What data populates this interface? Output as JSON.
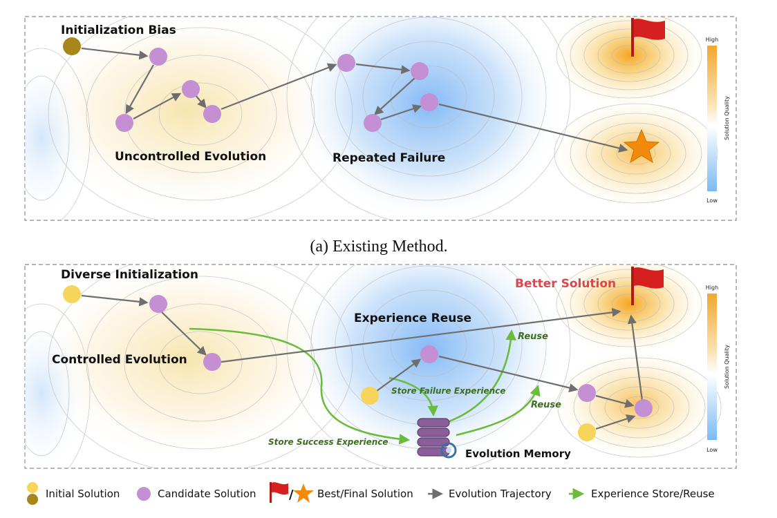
{
  "panel_a": {
    "caption": "(a) Existing Method.",
    "labels": {
      "init": "Initialization Bias",
      "uncontrolled": "Uncontrolled Evolution",
      "failure": "Repeated Failure"
    }
  },
  "panel_b": {
    "labels": {
      "init": "Diverse Initialization",
      "controlled": "Controlled Evolution",
      "reuse_title": "Experience Reuse",
      "better": "Better Solution",
      "store_failure": "Store Failure Experience",
      "store_success": "Store Success Experience",
      "reuse1": "Reuse",
      "reuse2": "Reuse",
      "memory": "Evolution Memory"
    }
  },
  "colorbar": {
    "high": "High",
    "low": "Low",
    "title": "Solution Quality"
  },
  "legend": {
    "initial": "Initial Solution",
    "candidate": "Candidate Solution",
    "best": "Best/Final Solution",
    "slash": "/",
    "trajectory": "Evolution Trajectory",
    "experience": "Experience Store/Reuse"
  },
  "colors": {
    "candidate": "#c48fd3",
    "initial_a": "#a8861a",
    "initial_b": "#f7d45a",
    "flag": "#d62020",
    "star": "#f28a0c",
    "trajectory": "#6e6e6e",
    "experience": "#6bbb3c",
    "better_solution": "#e0444e",
    "memory": "#8a5e9b"
  }
}
